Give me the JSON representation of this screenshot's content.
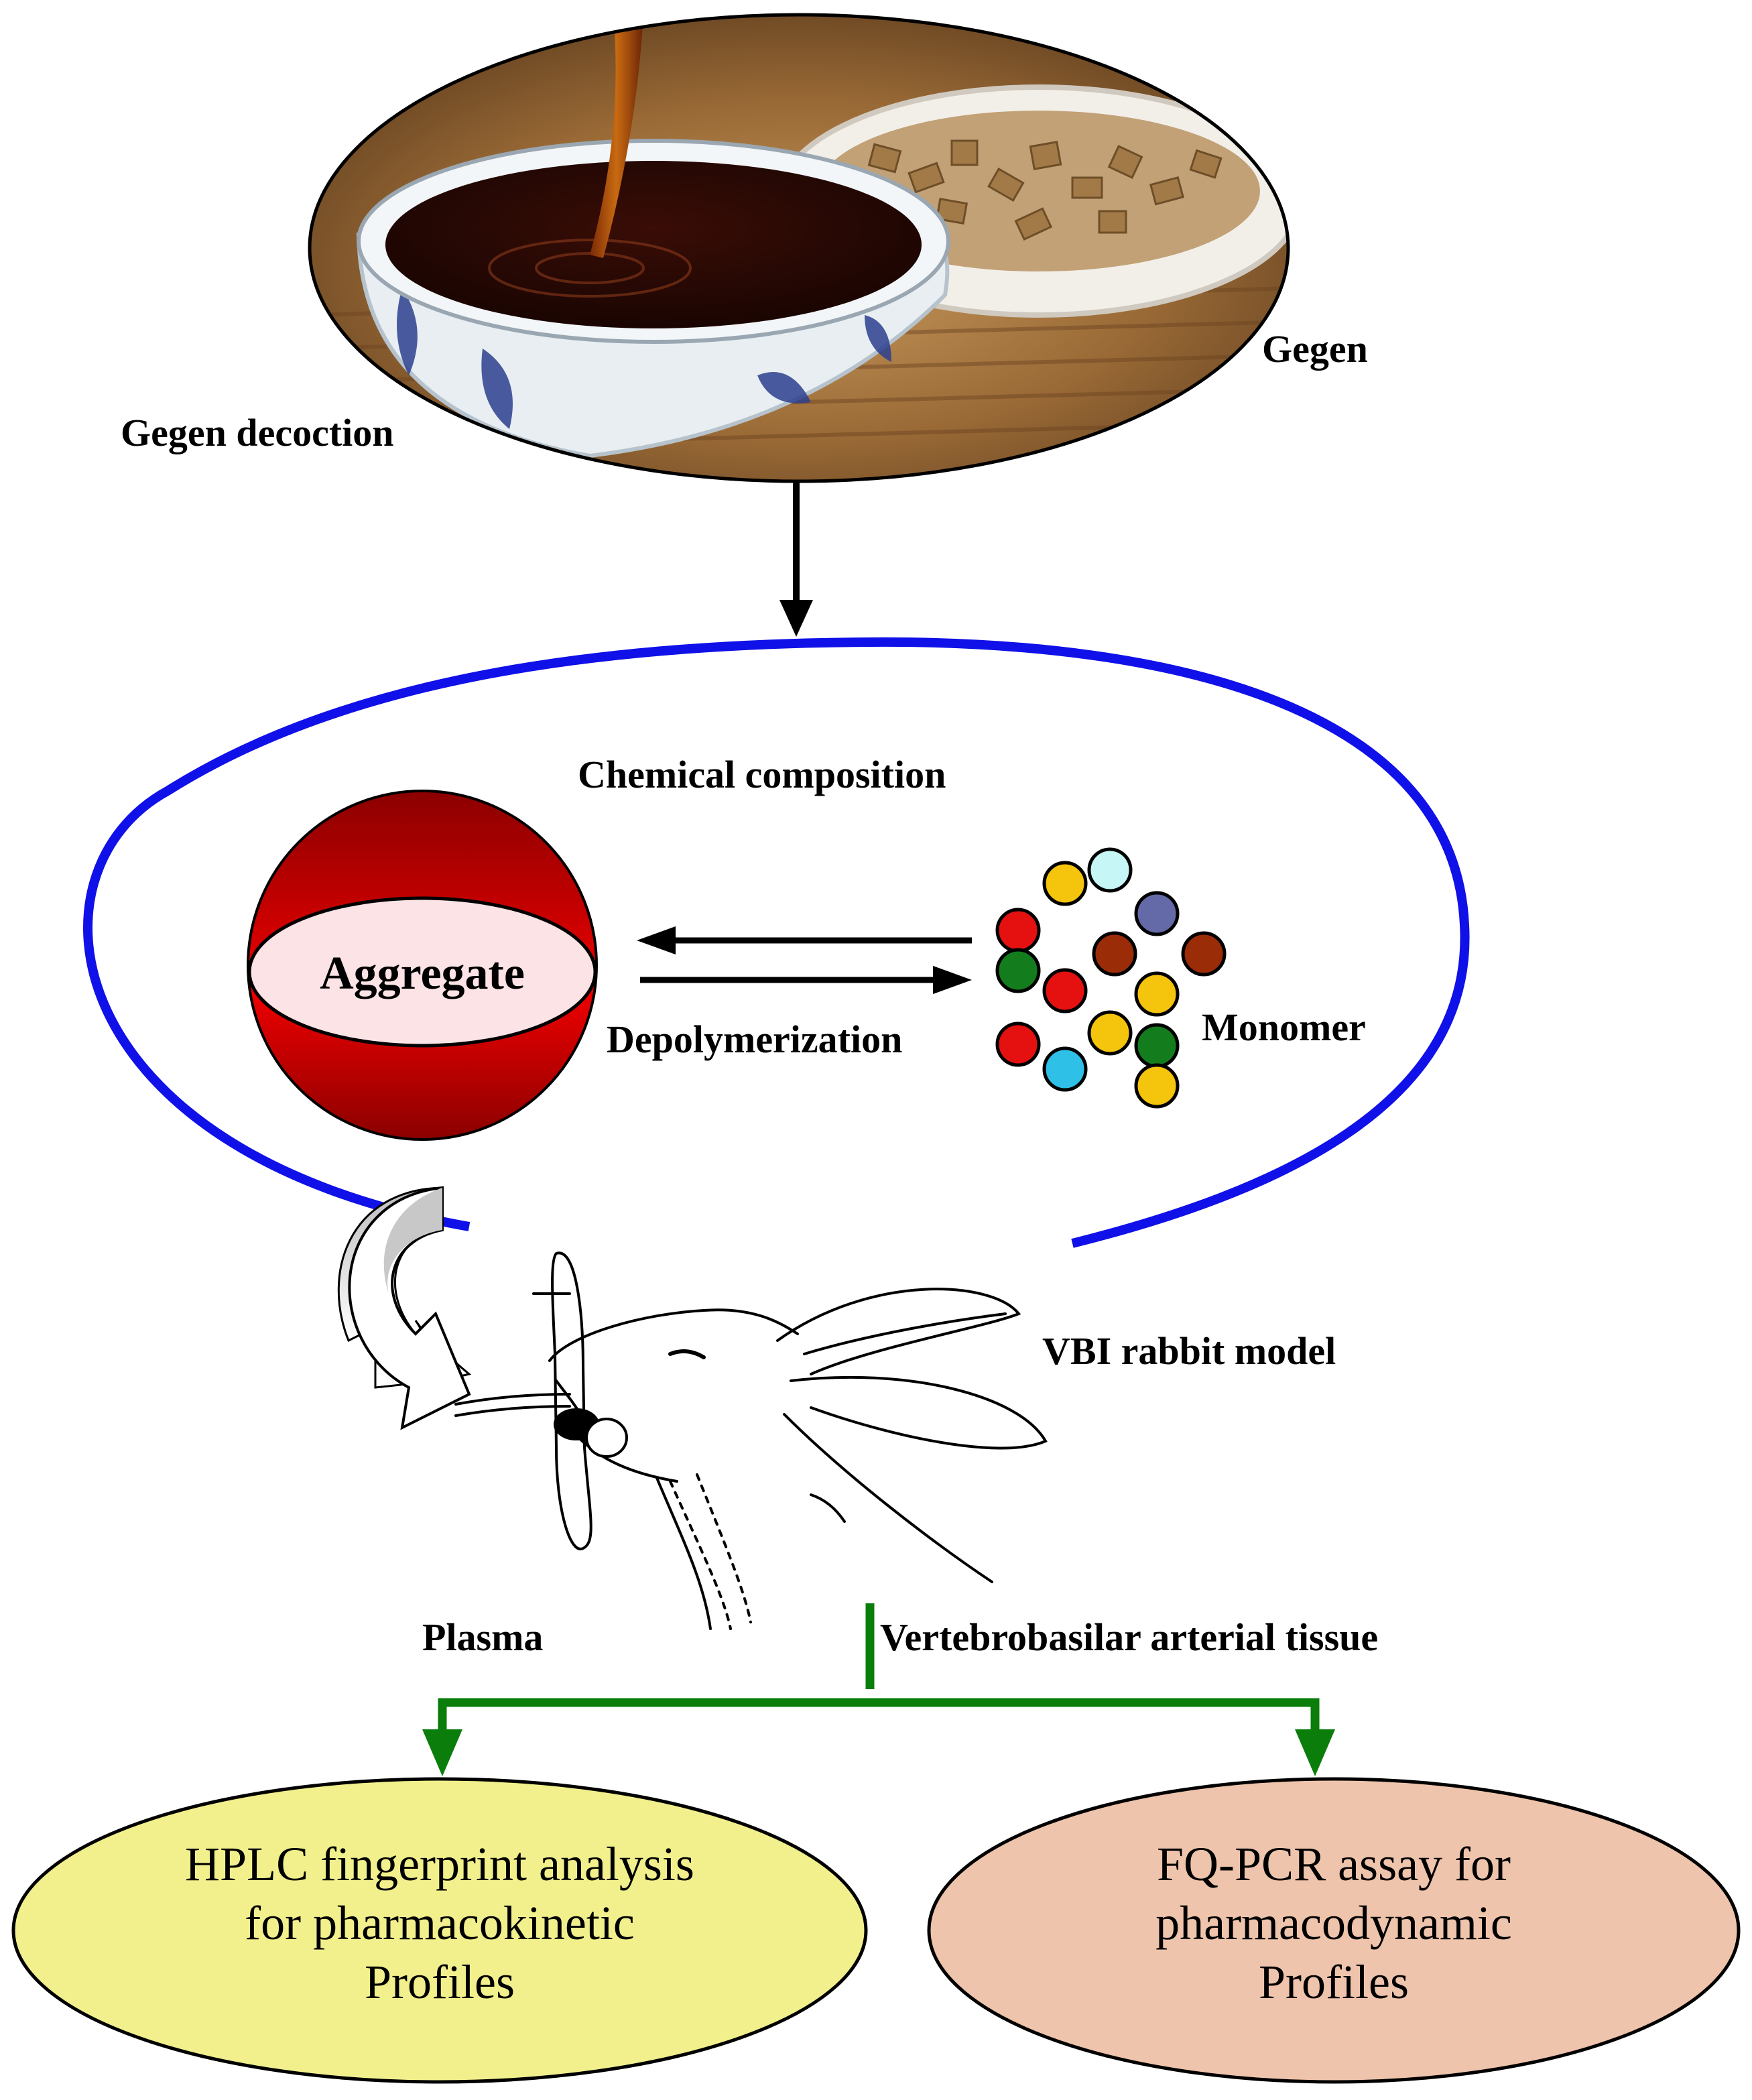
{
  "labels": {
    "gegen": "Gegen",
    "gegen_decoction": "Gegen decoction",
    "chemical_composition": "Chemical composition",
    "aggregate": "Aggregate",
    "depolymerization": "Depolymerization",
    "monomer": "Monomer",
    "vbi_rabbit_model": "VBI rabbit model",
    "plasma": "Plasma",
    "vertebrobasilar": "Vertebrobasilar arterial tissue"
  },
  "outputs": {
    "left": [
      "HPLC fingerprint analysis",
      "for pharmacokinetic",
      "Profiles"
    ],
    "right": [
      "FQ-PCR assay for",
      "pharmacodynamic",
      "Profiles"
    ]
  },
  "colors": {
    "blue_loop": "#1010e8",
    "green_branch": "#0a7d0a",
    "sphere_red": "#e00000",
    "sphere_dark": "#8b0000",
    "aggregate_core": "#fbe3e6",
    "left_ellipse": "#f2f08c",
    "right_ellipse": "#efc4ac",
    "monomer_red": "#e51111",
    "monomer_yellow": "#f5c40c",
    "monomer_green": "#137d1d",
    "monomer_brown": "#9b2c08",
    "monomer_lightcyan": "#c6f6f6",
    "monomer_blue": "#2fc0e8",
    "monomer_slate": "#646aa8"
  }
}
